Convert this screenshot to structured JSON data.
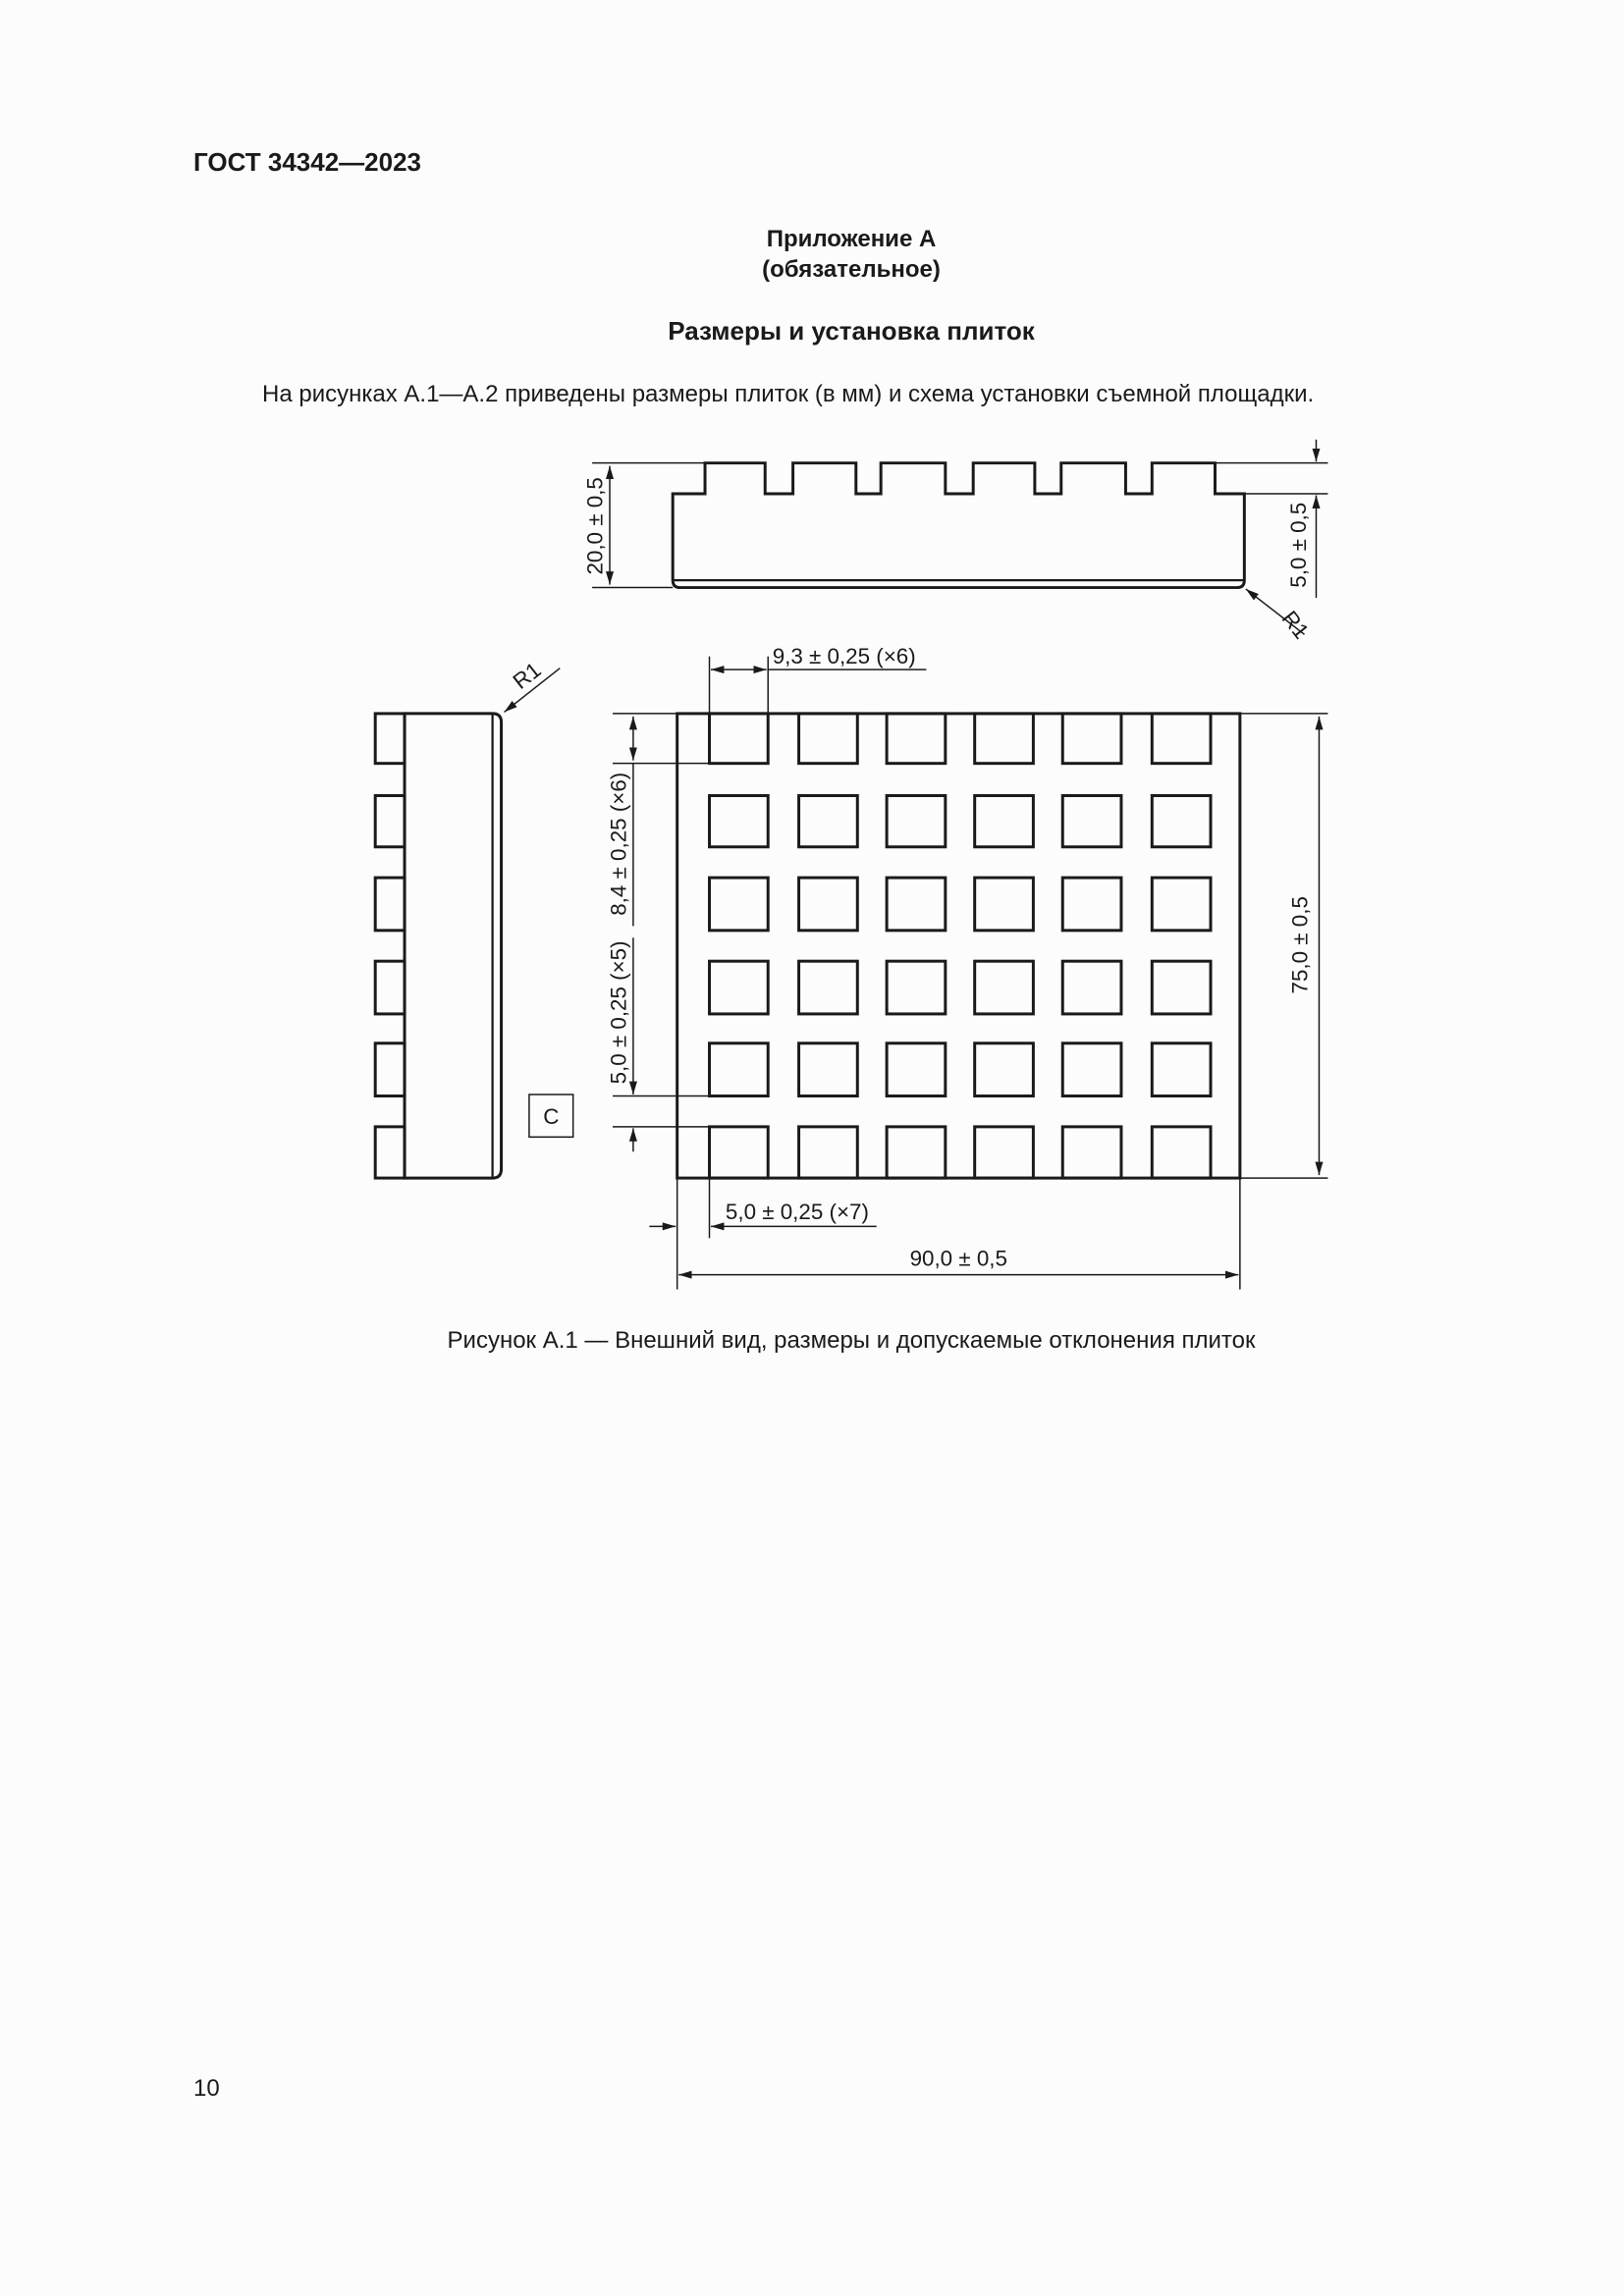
{
  "header": {
    "standard_id": "ГОСТ 34342—2023"
  },
  "appendix": {
    "title": "Приложение А",
    "status": "(обязательное)"
  },
  "section": {
    "title": "Размеры и установка плиток"
  },
  "intro": "На рисунках А.1—А.2 приведены размеры плиток (в мм) и схема установки съемной площадки.",
  "figure": {
    "caption": "Рисунок А.1 — Внешний вид, размеры и допускаемые отклонения плиток",
    "dimensions": {
      "height_total": "20,0 ± 0,5",
      "tooth_height": "5,0 ± 0,5",
      "radius_top_view": "R1",
      "radius_side_view": "R1",
      "cell_width": "9,3 ± 0,25 (×6)",
      "cell_height": "8,4 ± 0,25 (×6)",
      "row_gap": "5,0 ± 0,25 (×5)",
      "col_gap": "5,0 ± 0,25 (×7)",
      "length": "75,0 ± 0,5",
      "width": "90,0 ± 0,5",
      "view_label": "С"
    },
    "grid": {
      "rows": 6,
      "cols": 6
    }
  },
  "footer": {
    "page_number": "10"
  }
}
